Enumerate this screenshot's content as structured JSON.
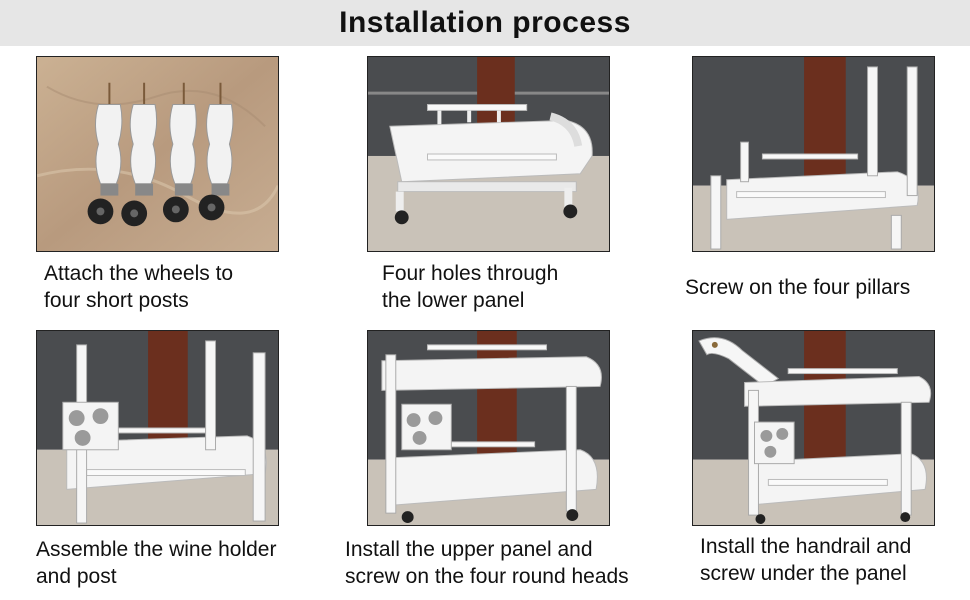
{
  "header": {
    "title": "Installation process"
  },
  "steps": [
    {
      "caption_line1": "Attach the wheels to",
      "caption_line2": "four short posts",
      "image": "wheels-and-short-posts"
    },
    {
      "caption_line1": "Four holes through",
      "caption_line2": "the lower panel",
      "image": "lower-panel"
    },
    {
      "caption_line1": "Screw on the four pillars",
      "caption_line2": "",
      "image": "panel-with-pillars"
    },
    {
      "caption_line1": "Assemble the wine holder",
      "caption_line2": "and post",
      "image": "wine-holder-and-post"
    },
    {
      "caption_line1": "Install the upper panel and",
      "caption_line2": "screw on the four round heads",
      "image": "upper-panel-installed"
    },
    {
      "caption_line1": "Install the handrail and",
      "caption_line2": "screw under the panel",
      "image": "handrail-installed"
    }
  ],
  "colors": {
    "header_bg": "#e6e6e6",
    "furniture": "#f4f4f4",
    "wood_door": "#6b2f1e",
    "floor": "#c9c2b8"
  }
}
